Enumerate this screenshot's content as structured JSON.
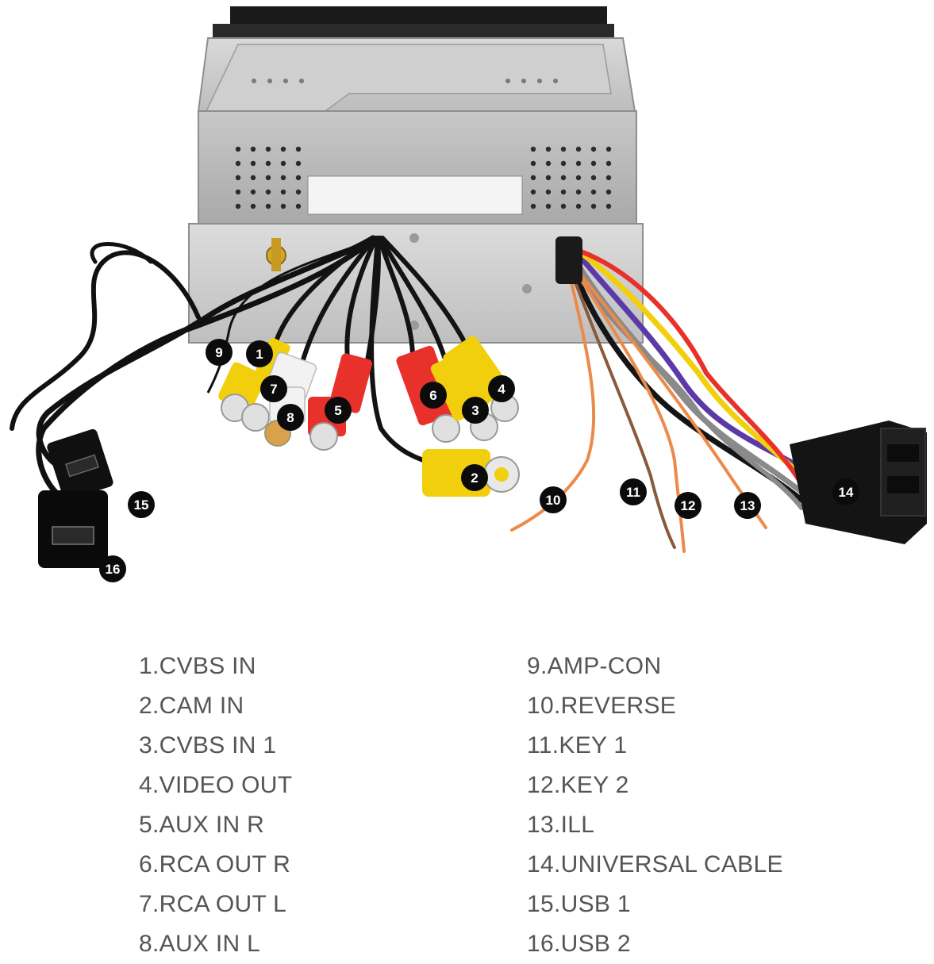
{
  "connectors": [
    {
      "number": "1",
      "name": "CVBS IN"
    },
    {
      "number": "2",
      "name": "CAM IN"
    },
    {
      "number": "3",
      "name": "CVBS IN 1"
    },
    {
      "number": "4",
      "name": "VIDEO OUT"
    },
    {
      "number": "5",
      "name": "AUX IN R"
    },
    {
      "number": "6",
      "name": "RCA OUT R"
    },
    {
      "number": "7",
      "name": "RCA OUT L"
    },
    {
      "number": "8",
      "name": "AUX IN L"
    },
    {
      "number": "9",
      "name": "AMP-CON"
    },
    {
      "number": "10",
      "name": "REVERSE"
    },
    {
      "number": "11",
      "name": "KEY 1"
    },
    {
      "number": "12",
      "name": "KEY 2"
    },
    {
      "number": "13",
      "name": "ILL"
    },
    {
      "number": "14",
      "name": "UNIVERSAL CABLE"
    },
    {
      "number": "15",
      "name": "USB 1"
    },
    {
      "number": "16",
      "name": "USB 2"
    }
  ],
  "colors": {
    "yellow": "#f2cf0c",
    "red": "#e8312a",
    "white": "#f2f2f2",
    "black": "#121212",
    "orange": "#ec8a4a",
    "brown": "#8a5a3c",
    "purple": "#5b3aa8",
    "gray": "#8a8a8a",
    "marker": "#0b0b0b"
  }
}
